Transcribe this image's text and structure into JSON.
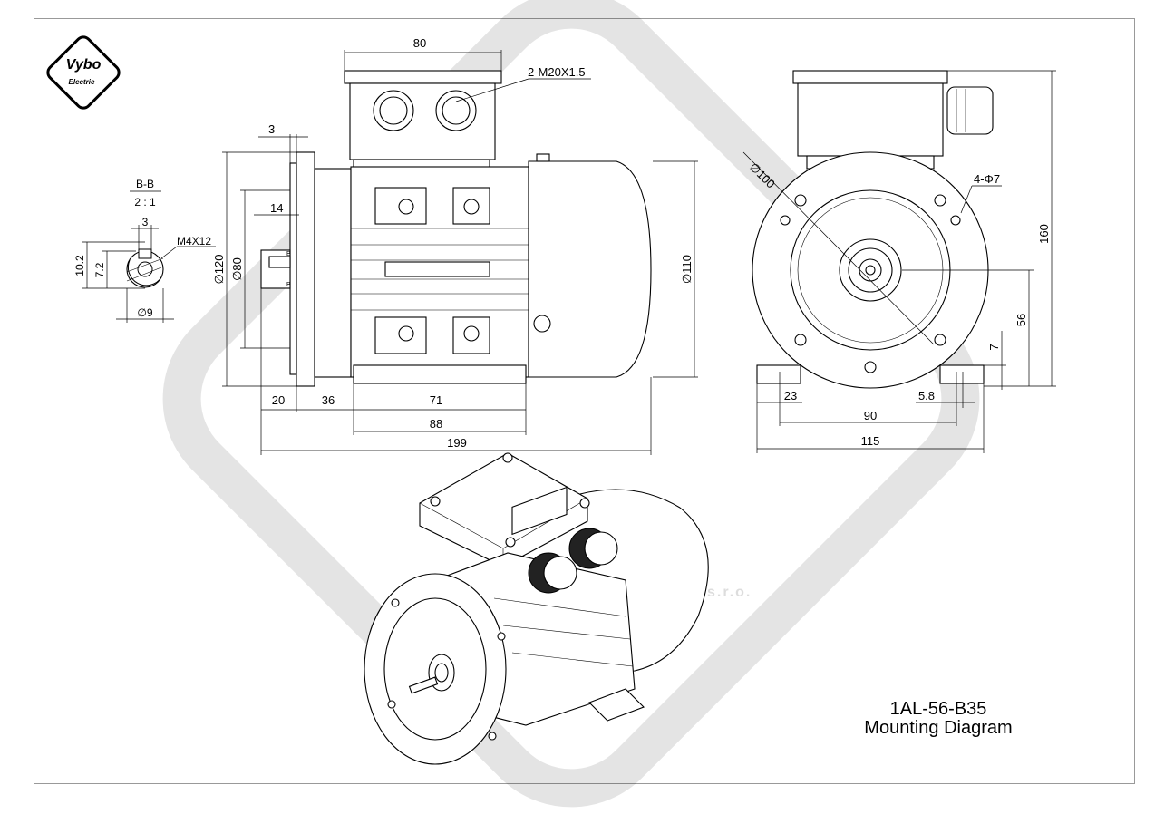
{
  "brand": {
    "logo_text": "Vybo",
    "logo_sub": "Electric",
    "suffix": "s.r.o."
  },
  "title": {
    "model": "1AL-56-B35",
    "subtitle": "Mounting Diagram"
  },
  "section_view": {
    "name": "B-B",
    "scale": "2 : 1",
    "key_width": "3",
    "thread": "M4X12",
    "d1": "10.2",
    "d2": "7.2",
    "shaft_dia": "∅9"
  },
  "side_view": {
    "box_width": "80",
    "gland": "2-M20X1.5",
    "flange_thk": "3",
    "shaft_key": "14",
    "flange_dia": "∅120",
    "spigot_dia": "∅80",
    "body_dia": "∅110",
    "section_mark": "B",
    "dim_20": "20",
    "dim_36": "36",
    "dim_71": "71",
    "dim_88": "88",
    "dim_199": "199"
  },
  "end_view": {
    "pcd": "∅100",
    "holes": "4-Φ7",
    "height_total": "160",
    "shaft_height": "56",
    "foot_thk": "7",
    "dim_23": "23",
    "dim_58": "5.8",
    "dim_90": "90",
    "dim_115": "115"
  }
}
